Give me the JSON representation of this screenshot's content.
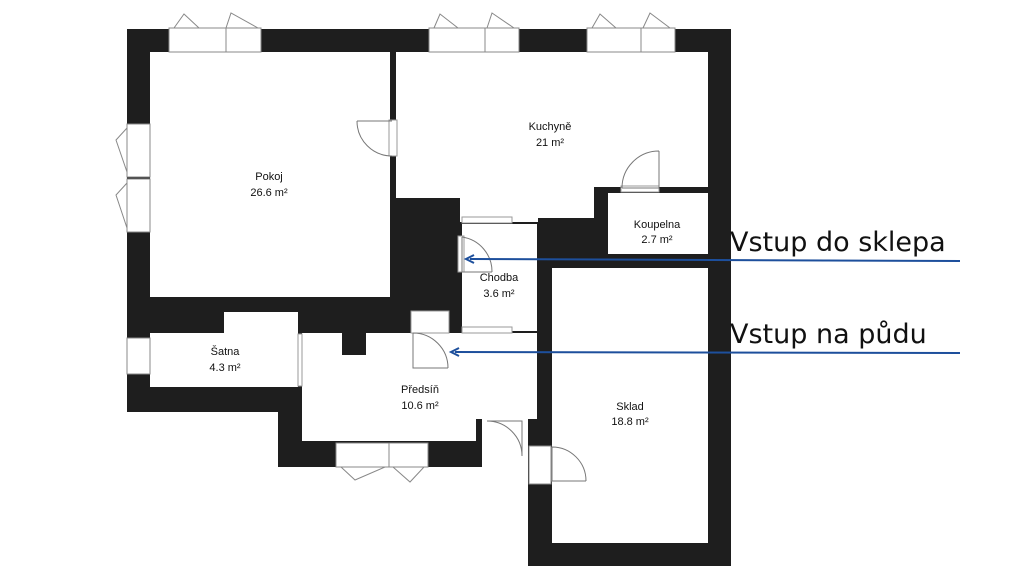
{
  "colors": {
    "wall": "#1e1e1e",
    "floor": "#ffffff",
    "arrow": "#1d4f9c",
    "text": "#111111"
  },
  "rooms": {
    "pokoj": {
      "name": "Pokoj",
      "area": "26.6 m²"
    },
    "kuchyne": {
      "name": "Kuchyně",
      "area": "21 m²"
    },
    "koupelna": {
      "name": "Koupelna",
      "area": "2.7 m²"
    },
    "chodba": {
      "name": "Chodba",
      "area": "3.6 m²"
    },
    "satna": {
      "name": "Šatna",
      "area": "4.3 m²"
    },
    "predsin": {
      "name": "Předsíň",
      "area": "10.6 m²"
    },
    "sklad": {
      "name": "Sklad",
      "area": "18.8 m²"
    }
  },
  "annotations": {
    "sklep": "Vstup do sklepa",
    "puda": "Vstup na půdu"
  }
}
